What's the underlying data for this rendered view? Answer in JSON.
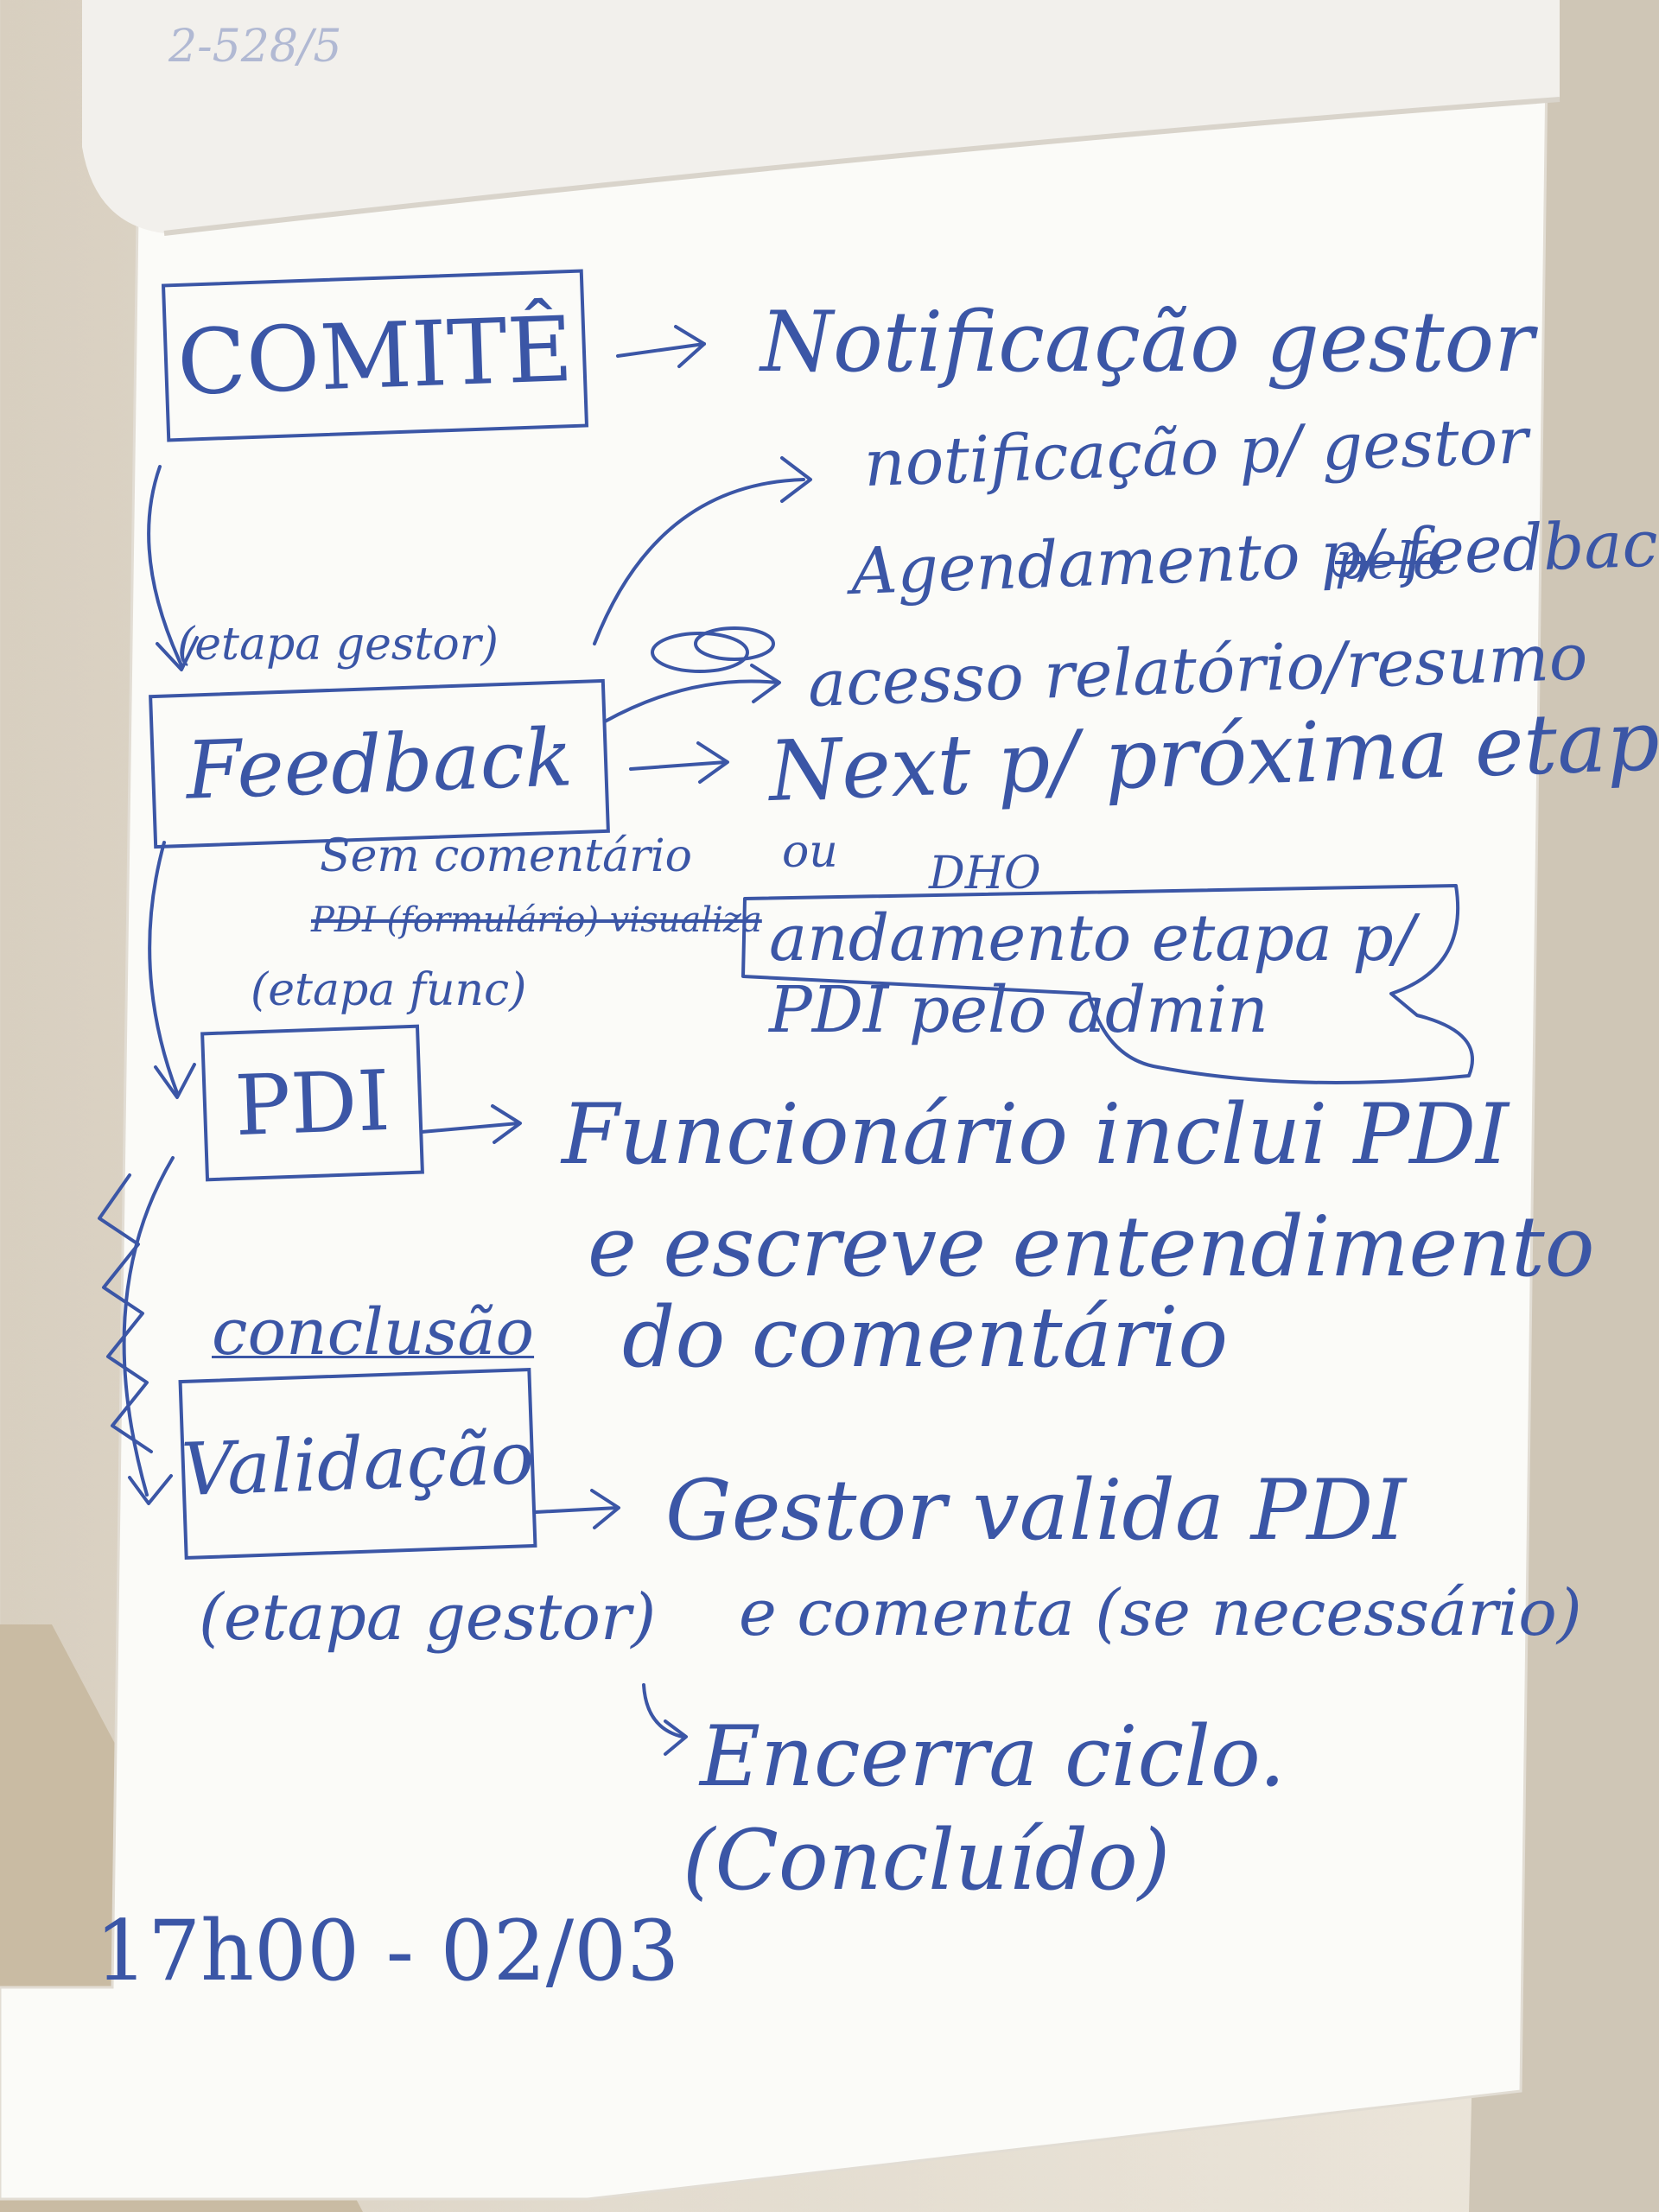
{
  "flowchart": {
    "top_scribble": "2-528/5",
    "comite": {
      "label": "COMITÊ",
      "result": "Notificação gestor"
    },
    "feedback": {
      "stage_note": "(etapa gestor)",
      "label": "Feedback",
      "outcomes": [
        "notificação p/ gestor",
        "Agendamento p/ feedback",
        "acesso relatório/resumo",
        "Next p/ próxima etapa"
      ],
      "struck_word": "pelo",
      "or": "ou",
      "dho": "DHO",
      "alternative_box": "andamento etapa p/ PDI pelo admin",
      "no_comment": "Sem comentário",
      "struck_note": "PDI (formulário) visualiza"
    },
    "pdi": {
      "stage_note": "(etapa func)",
      "label": "PDI",
      "description_lines": [
        "Funcionário inclui PDI",
        "e escreve entendimento",
        "do comentário"
      ]
    },
    "validacao": {
      "conclusion_note": "conclusão",
      "label": "Validação",
      "stage_note": "(etapa gestor)",
      "description_lines": [
        "Gestor valida PDI",
        "e comenta (se necessário)"
      ],
      "closing_lines": [
        "Encerra ciclo.",
        "(Concluído)"
      ]
    },
    "footer_date": "17h00 - 02/03"
  },
  "colors": {
    "ink": "#3b56a6",
    "paper": "#fbfbf8",
    "wall": "#e3dccf"
  }
}
